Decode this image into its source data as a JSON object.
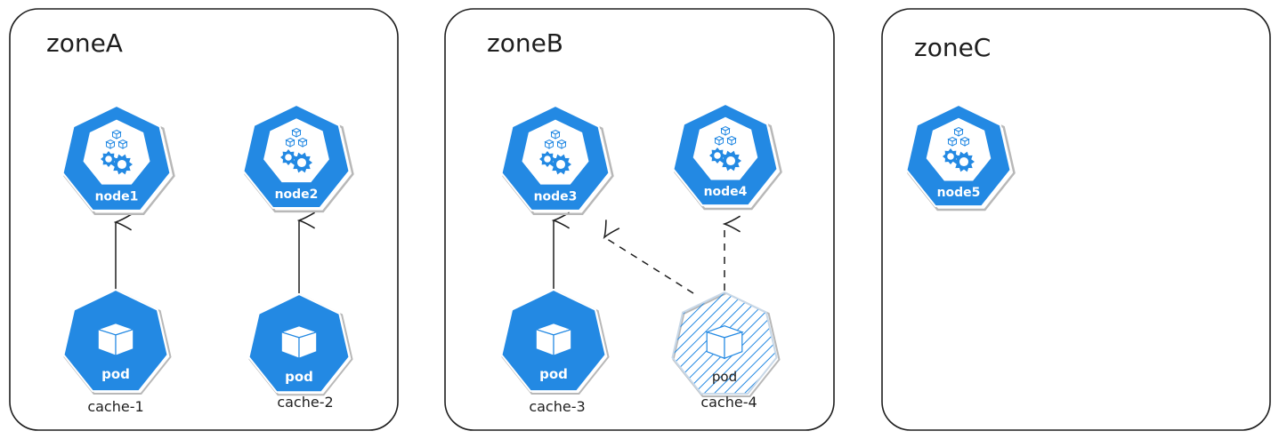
{
  "colors": {
    "kube_blue": "#2389e3",
    "outline": "#1e1e1e",
    "shadow": "#b8b8b8",
    "background": "#ffffff"
  },
  "zones": [
    {
      "title": "zoneA",
      "nodes": [
        {
          "label": "node1"
        },
        {
          "label": "node2"
        }
      ],
      "pods": [
        {
          "label": "pod",
          "name": "cache-1",
          "state": "scheduled"
        },
        {
          "label": "pod",
          "name": "cache-2",
          "state": "scheduled"
        }
      ]
    },
    {
      "title": "zoneB",
      "nodes": [
        {
          "label": "node3"
        },
        {
          "label": "node4"
        }
      ],
      "pods": [
        {
          "label": "pod",
          "name": "cache-3",
          "state": "scheduled"
        },
        {
          "label": "pod",
          "name": "cache-4",
          "state": "pending"
        }
      ]
    },
    {
      "title": "zoneC",
      "nodes": [
        {
          "label": "node5"
        }
      ],
      "pods": []
    }
  ],
  "edges": [
    {
      "from": "cache-1",
      "to": "node1",
      "style": "solid"
    },
    {
      "from": "cache-2",
      "to": "node2",
      "style": "solid"
    },
    {
      "from": "cache-3",
      "to": "node3",
      "style": "solid"
    },
    {
      "from": "cache-4",
      "to": "node3",
      "style": "dashed"
    },
    {
      "from": "cache-4",
      "to": "node4",
      "style": "dashed"
    }
  ],
  "icons": {
    "node": "kubernetes-node-icon",
    "pod": "kubernetes-pod-icon"
  }
}
